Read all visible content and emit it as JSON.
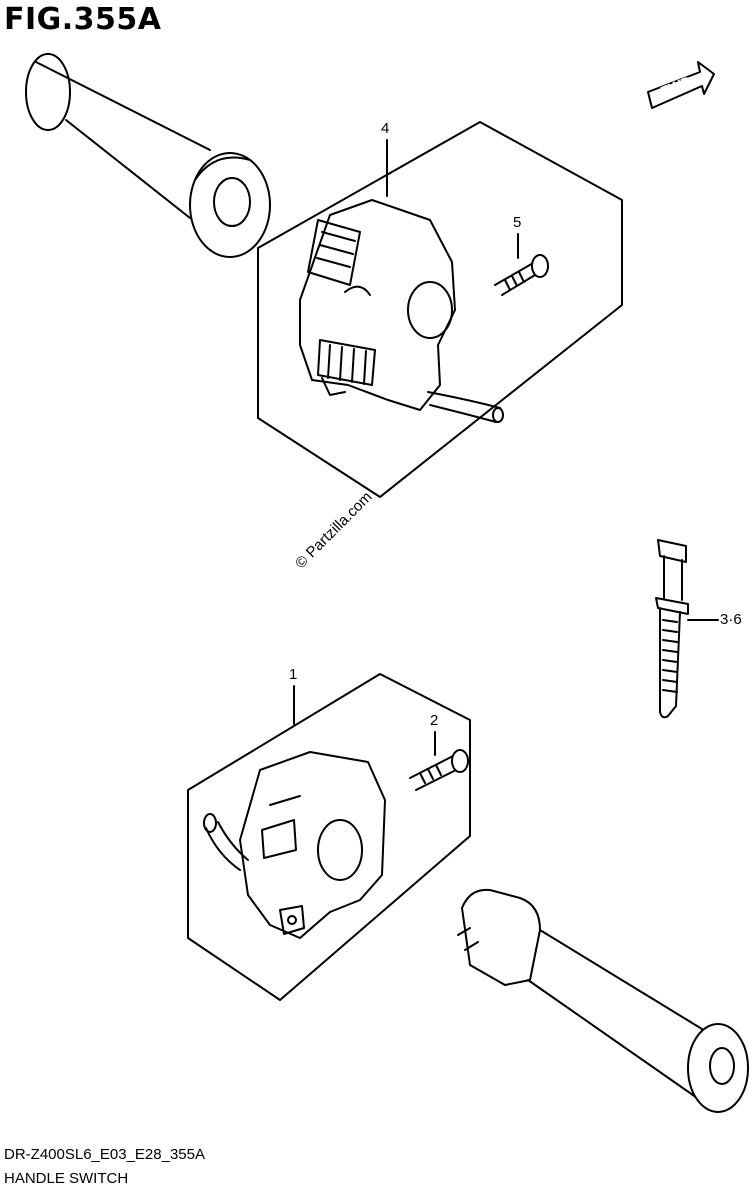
{
  "figure": {
    "title": "FIG.355A",
    "code": "DR-Z400SL6_E03_E28_355A",
    "caption": "HANDLE SWITCH"
  },
  "fwd_label": "FWD",
  "watermark": "© Partzilla.com",
  "callouts": {
    "c1": "1",
    "c2": "2",
    "c3": "3·6",
    "c4": "4",
    "c5": "5"
  }
}
